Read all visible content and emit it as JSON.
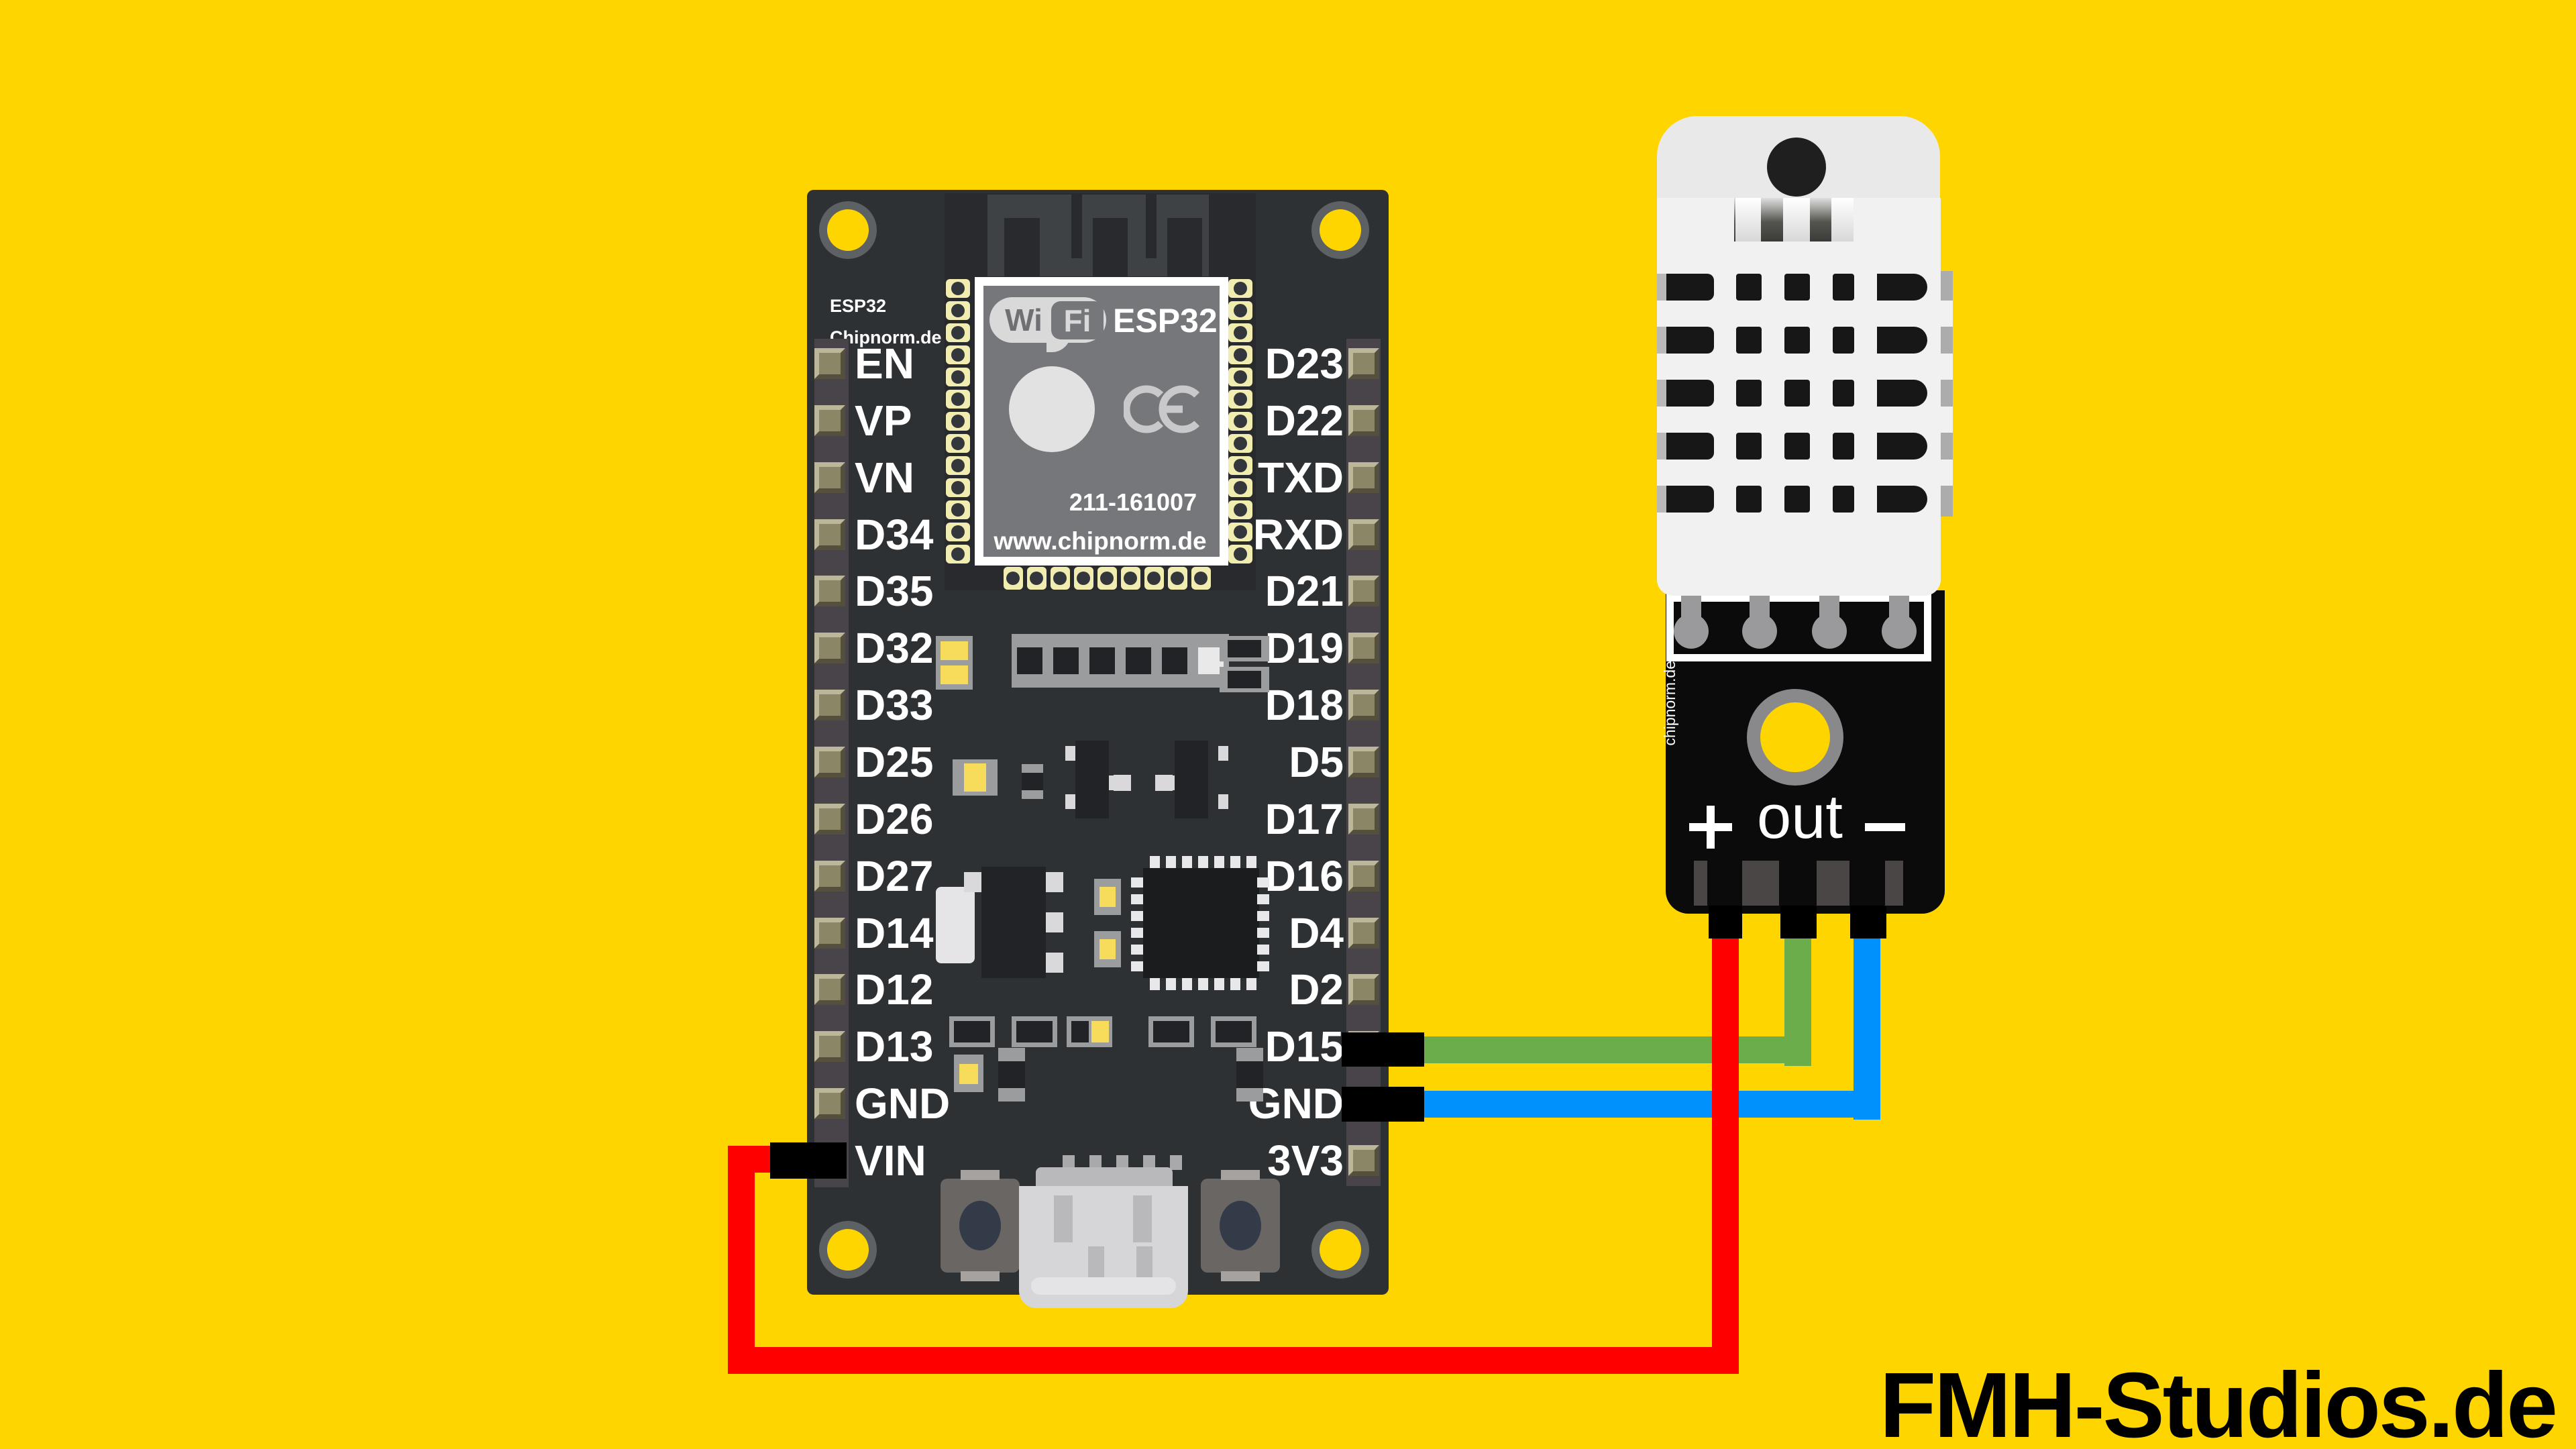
{
  "watermark": "FMH-Studios.de",
  "esp32": {
    "title": "ESP32",
    "subtitle": "Chipnorm.de",
    "left_pins": [
      "EN",
      "VP",
      "VN",
      "D34",
      "D35",
      "D32",
      "D33",
      "D25",
      "D26",
      "D27",
      "D14",
      "D12",
      "D13",
      "GND",
      "VIN"
    ],
    "right_pins": [
      "D23",
      "D22",
      "TXD",
      "RXD",
      "D21",
      "D19",
      "D18",
      "D5",
      "D17",
      "D16",
      "D4",
      "D2",
      "D15",
      "GND",
      "3V3"
    ],
    "module": {
      "logo_wi": "Wi",
      "logo_fi": "Fi",
      "name": "ESP32",
      "cert": "CE",
      "serial": "211-161007",
      "website": "www.chipnorm.de"
    }
  },
  "sensor": {
    "breakout_brand": "chipnorm.de",
    "pin_plus": "+",
    "pin_out": "out",
    "pin_minus": "−"
  },
  "wires": [
    {
      "name": "power",
      "color": "#FE0000",
      "from": "ESP32 VIN",
      "to": "sensor +"
    },
    {
      "name": "data",
      "color": "#6BAC4B",
      "from": "ESP32 D15",
      "to": "sensor out"
    },
    {
      "name": "ground",
      "color": "#0191FC",
      "from": "ESP32 GND",
      "to": "sensor −"
    }
  ],
  "colors": {
    "background": "#FFD500",
    "board": "#2E3134",
    "breakout": "#0B0B0B",
    "sensor_body": "#F1F1F1",
    "pad_gold": "#8B8666",
    "castellation": "#F1ECB0"
  }
}
